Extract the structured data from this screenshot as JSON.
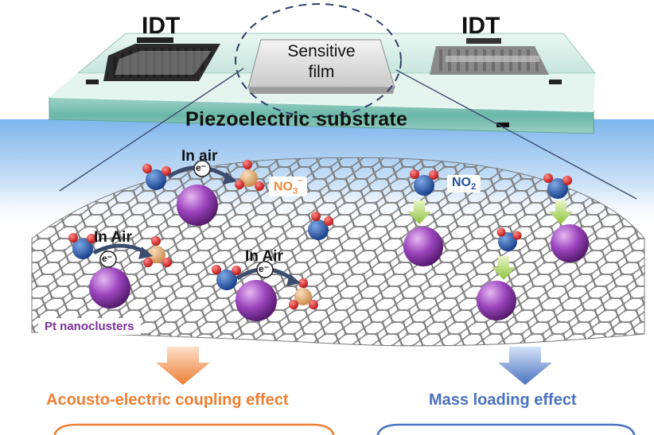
{
  "device": {
    "idt_left": "IDT",
    "idt_right": "IDT",
    "film_line1": "Sensitive",
    "film_line2": "film",
    "substrate": "Piezoelectric substrate"
  },
  "mechanism": {
    "in_air_top": "In air",
    "in_air_left": "In Air",
    "in_air_mid": "In Air",
    "electron": "e⁻",
    "no3": "NO",
    "no3_sub": "3",
    "no3_sup": "⁻",
    "no2": "NO",
    "no2_sub": "2",
    "pt_label": "Pt nanoclusters"
  },
  "effects": {
    "acousto": "Acousto-electric coupling effect",
    "mass": "Mass loading effect"
  },
  "colors": {
    "acousto": "#ee7f33",
    "mass": "#4a72c0",
    "pt": "#7a2f9c"
  }
}
